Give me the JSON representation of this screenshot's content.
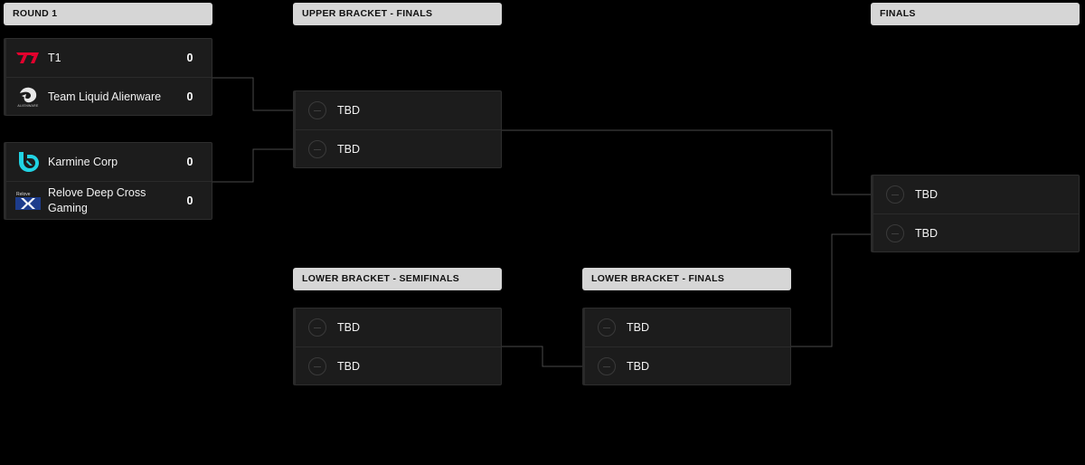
{
  "rounds": {
    "round1": "ROUND 1",
    "upper_finals": "UPPER BRACKET - FINALS",
    "finals": "FINALS",
    "lower_semis": "LOWER BRACKET - SEMIFINALS",
    "lower_finals": "LOWER BRACKET - FINALS"
  },
  "matches": {
    "r1_m1": {
      "top": {
        "name": "T1",
        "score": "0",
        "logo": "t1-logo"
      },
      "bottom": {
        "name": "Team Liquid Alienware",
        "score": "0",
        "logo": "team-liquid-logo",
        "logo_caption": "ALIENWARE"
      }
    },
    "r1_m2": {
      "top": {
        "name": "Karmine Corp",
        "score": "0",
        "logo": "karmine-corp-logo"
      },
      "bottom": {
        "name": "Relove Deep Cross Gaming",
        "score": "0",
        "logo": "deep-cross-gaming-logo",
        "logo_caption": "Relove"
      }
    },
    "upper_finals": {
      "top": {
        "name": "TBD"
      },
      "bottom": {
        "name": "TBD"
      }
    },
    "lower_semis": {
      "top": {
        "name": "TBD"
      },
      "bottom": {
        "name": "TBD"
      }
    },
    "lower_finals": {
      "top": {
        "name": "TBD"
      },
      "bottom": {
        "name": "TBD"
      }
    },
    "finals": {
      "top": {
        "name": "TBD"
      },
      "bottom": {
        "name": "TBD"
      }
    }
  },
  "colors": {
    "background": "#000000",
    "card": "#1c1c1c",
    "header": "#d6d6d6",
    "connector": "#4a4a4a",
    "t1_red": "#e2012d",
    "karmine_cyan": "#21d3e3",
    "dcg_blue": "#1d3c8c"
  }
}
